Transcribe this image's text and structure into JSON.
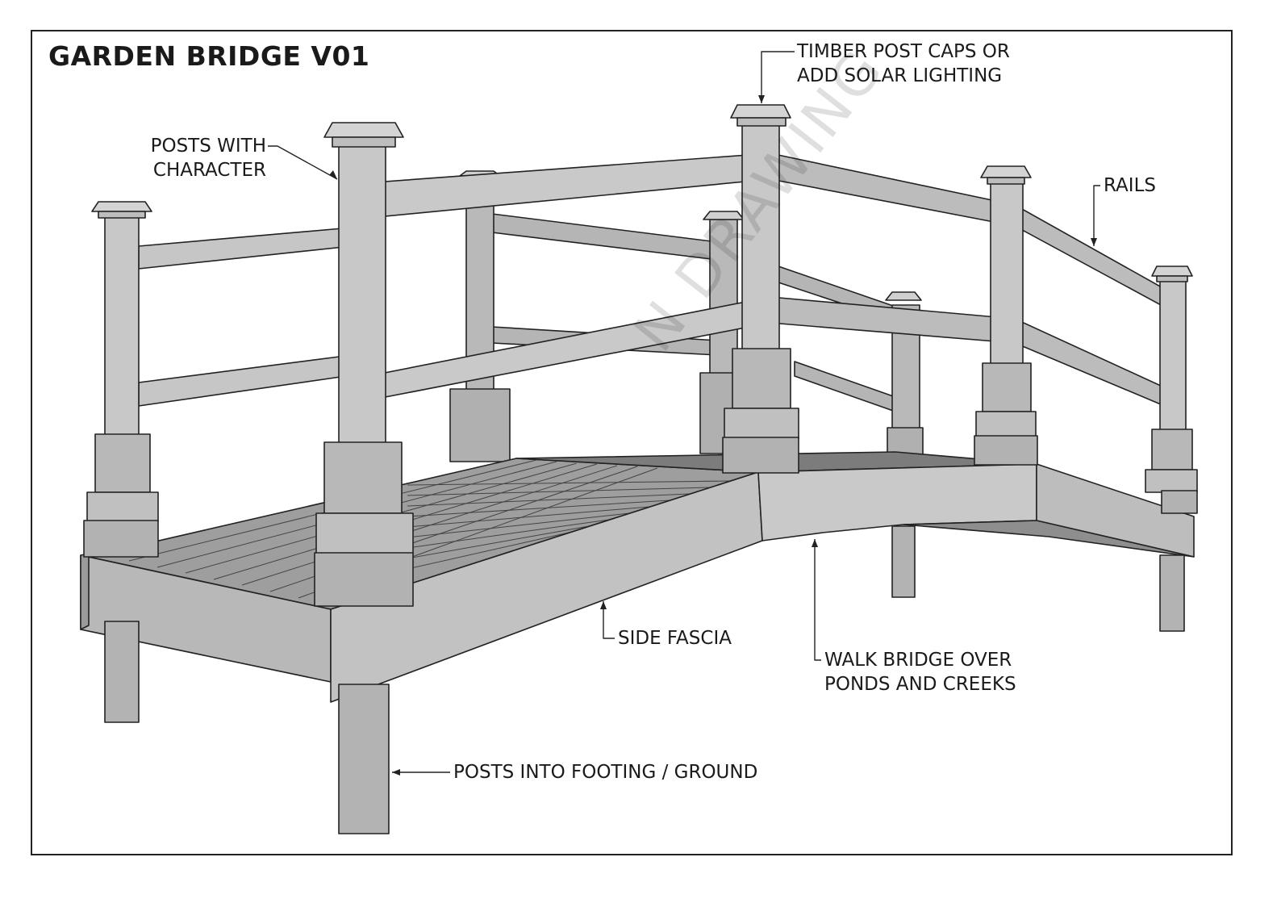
{
  "title": "GARDEN BRIDGE V01",
  "watermark": "N DRAWING",
  "labels": {
    "post_caps": [
      "TIMBER POST CAPS OR",
      "ADD SOLAR LIGHTING"
    ],
    "posts_character": [
      "POSTS WITH",
      "CHARACTER"
    ],
    "rails": "RAILS",
    "side_fascia": "SIDE FASCIA",
    "walk_bridge": [
      "WALK BRIDGE OVER",
      "PONDS AND CREEKS"
    ],
    "posts_footing": "POSTS INTO FOOTING / GROUND"
  },
  "colors": {
    "ink": "#222222",
    "face_light": "#c4c4c4",
    "face_mid": "#a9a9a9",
    "face_dark": "#8c8c8c",
    "deck": "#9a9a9a"
  }
}
